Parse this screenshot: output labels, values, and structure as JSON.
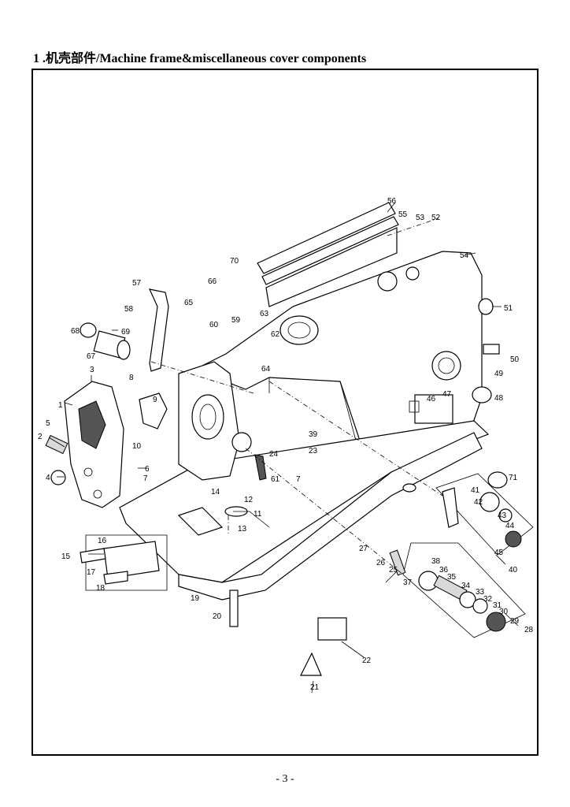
{
  "title": "1 .机壳部件/Machine frame&miscellaneous cover components",
  "page_number": "- 3 -",
  "labels": {
    "p1": "1",
    "p2": "2",
    "p3": "3",
    "p4": "4",
    "p5": "5",
    "p6": "6",
    "p7": "7",
    "p7b": "7",
    "p8": "8",
    "p9": "9",
    "p10": "10",
    "p11": "11",
    "p12": "12",
    "p13": "13",
    "p14": "14",
    "p15": "15",
    "p16": "16",
    "p17": "17",
    "p18": "18",
    "p19": "19",
    "p20": "20",
    "p21": "21",
    "p22": "22",
    "p23": "23",
    "p24": "24",
    "p25": "25",
    "p26": "26",
    "p27": "27",
    "p28": "28",
    "p29": "29",
    "p30": "30",
    "p31": "31",
    "p32": "32",
    "p33": "33",
    "p34": "34",
    "p35": "35",
    "p36": "36",
    "p37": "37",
    "p38": "38",
    "p39": "39",
    "p40": "40",
    "p41": "41",
    "p42": "42",
    "p43": "43",
    "p44": "44",
    "p45": "45",
    "p46": "46",
    "p47": "47",
    "p48": "48",
    "p49": "49",
    "p50": "50",
    "p51": "51",
    "p52": "52",
    "p53": "53",
    "p54": "54",
    "p55": "55",
    "p56": "56",
    "p57": "57",
    "p58": "58",
    "p59": "59",
    "p60": "60",
    "p61": "61",
    "p62": "62",
    "p63": "63",
    "p64": "64",
    "p65": "65",
    "p66": "66",
    "p67": "67",
    "p68": "68",
    "p69": "69",
    "p70": "70",
    "p71": "71"
  }
}
